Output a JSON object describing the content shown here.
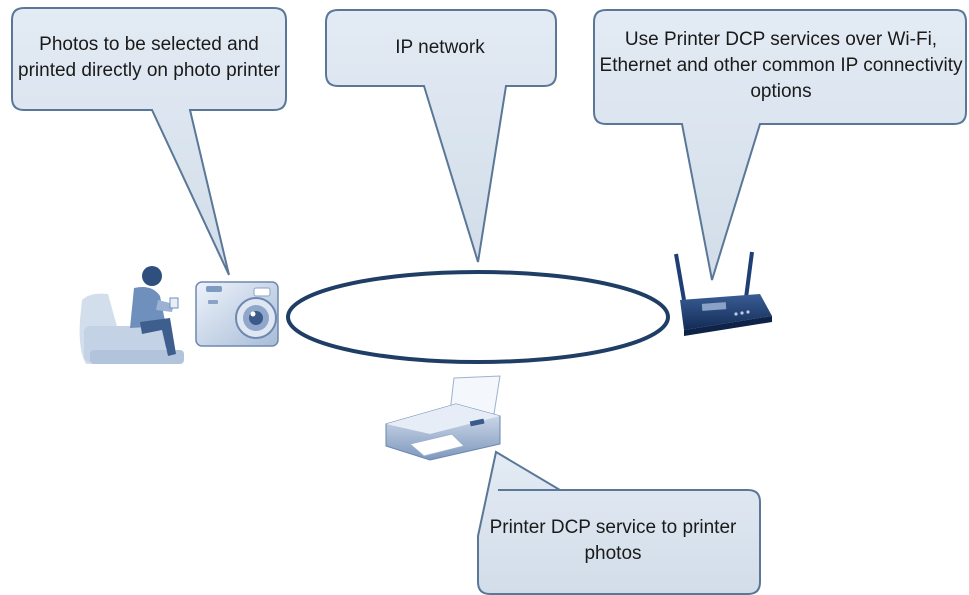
{
  "callouts": {
    "camera": "Photos to be selected and printed directly on photo printer",
    "network": "IP network",
    "router": "Use Printer DCP services over Wi-Fi, Ethernet and other common IP connectivity options",
    "printer": "Printer DCP service to printer photos"
  },
  "colors": {
    "callout_fill": "#d9e3ee",
    "callout_stroke": "#5a7797",
    "ellipse_stroke": "#1f3e66",
    "icon_light": "#c5d3e6",
    "icon_mid": "#7f9ac0",
    "icon_dark": "#3b5a8a",
    "router_body": "#1d3f76"
  },
  "icons": {
    "person": "person-icon",
    "camera": "camera-icon",
    "router": "router-icon",
    "printer": "printer-icon"
  }
}
